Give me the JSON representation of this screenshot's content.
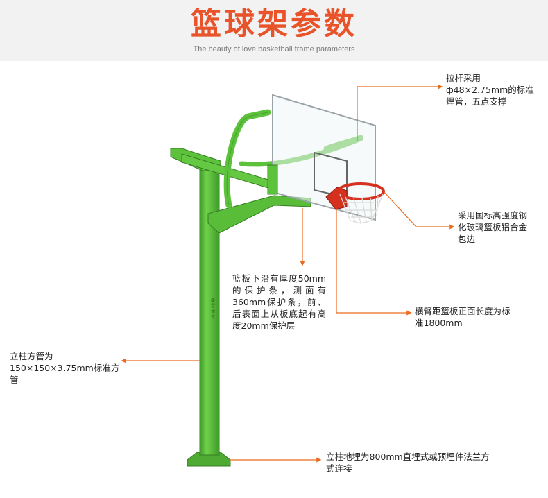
{
  "header": {
    "title": "篮球架参数",
    "subtitle": "The beauty of love basketball frame parameters"
  },
  "post_logo_text": "康  雪  体  育",
  "annotations": {
    "tie_rod": "拉杆采用ф48×2.75mm的标准焊管，五点支撑",
    "backboard": "采用国标高强度钢化玻璃篮板铝合金包边",
    "bottom_pad": "篮板下沿有厚度50mm的保护条，测面有360mm保护条，前、后表面上从板底起有高度20mm保护层",
    "arm_extension": "横臂距篮板正面长度为标准1800mm",
    "post": "立柱方管为150×150×3.75mm标准方管",
    "base": "立柱地埋为800mm直埋式或预埋件法兰方式连接"
  },
  "colors": {
    "title": "#e8532a",
    "pole_green": "#5cc23c",
    "pole_dark": "#3f9a2a",
    "arrow_orange": "#ec6a1e",
    "rim_red": "#d6301f"
  }
}
